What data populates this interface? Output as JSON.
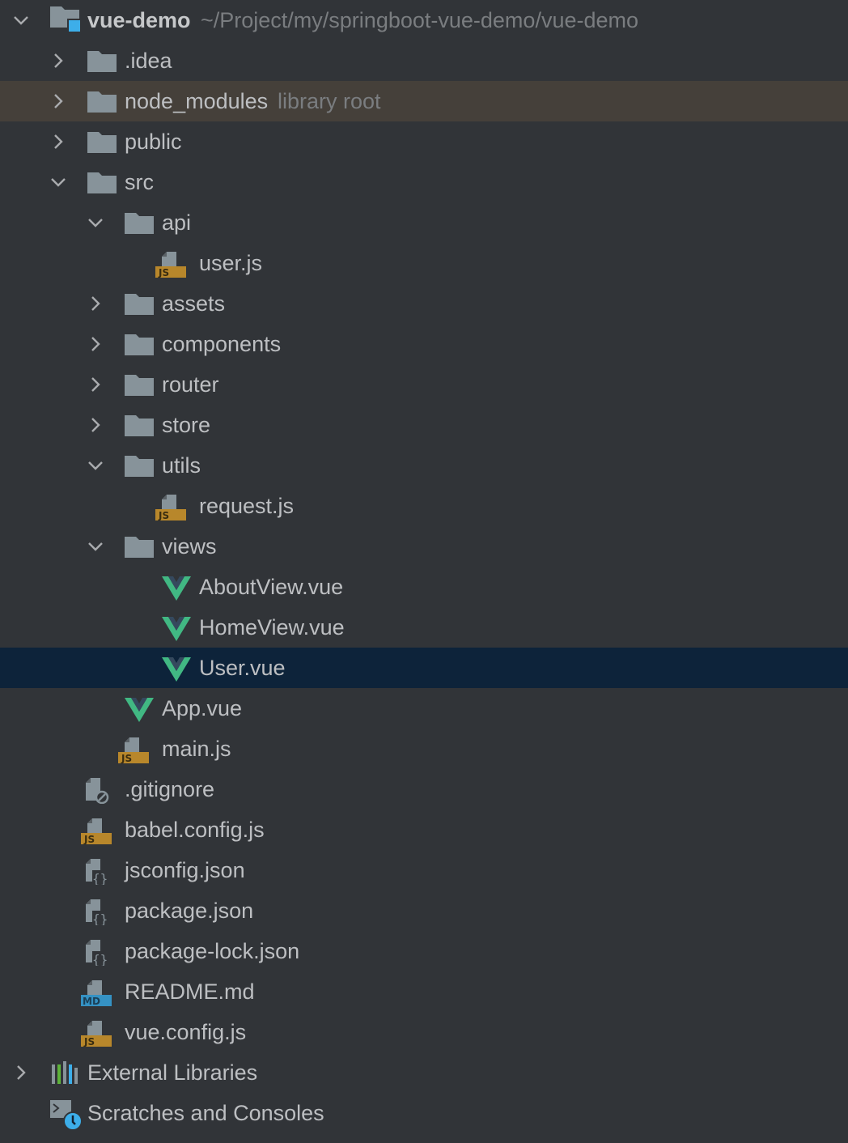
{
  "project": {
    "name": "vue-demo",
    "path": "~/Project/my/springboot-vue-demo/vue-demo"
  },
  "tree": [
    {
      "name": "vue-demo",
      "hint": "~/Project/my/springboot-vue-demo/vue-demo",
      "type": "module",
      "depth": 0,
      "expanded": true
    },
    {
      "name": ".idea",
      "type": "folder",
      "depth": 1,
      "expanded": false
    },
    {
      "name": "node_modules",
      "hint": "library root",
      "type": "folder",
      "depth": 1,
      "expanded": false,
      "library": true
    },
    {
      "name": "public",
      "type": "folder",
      "depth": 1,
      "expanded": false
    },
    {
      "name": "src",
      "type": "folder",
      "depth": 1,
      "expanded": true
    },
    {
      "name": "api",
      "type": "folder",
      "depth": 2,
      "expanded": true
    },
    {
      "name": "user.js",
      "type": "js",
      "depth": 3
    },
    {
      "name": "assets",
      "type": "folder",
      "depth": 2,
      "expanded": false
    },
    {
      "name": "components",
      "type": "folder",
      "depth": 2,
      "expanded": false
    },
    {
      "name": "router",
      "type": "folder",
      "depth": 2,
      "expanded": false
    },
    {
      "name": "store",
      "type": "folder",
      "depth": 2,
      "expanded": false
    },
    {
      "name": "utils",
      "type": "folder",
      "depth": 2,
      "expanded": true
    },
    {
      "name": "request.js",
      "type": "js",
      "depth": 3
    },
    {
      "name": "views",
      "type": "folder",
      "depth": 2,
      "expanded": true
    },
    {
      "name": "AboutView.vue",
      "type": "vue",
      "depth": 3
    },
    {
      "name": "HomeView.vue",
      "type": "vue",
      "depth": 3
    },
    {
      "name": "User.vue",
      "type": "vue",
      "depth": 3,
      "selected": true
    },
    {
      "name": "App.vue",
      "type": "vue",
      "depth": 2
    },
    {
      "name": "main.js",
      "type": "js",
      "depth": 2
    },
    {
      "name": ".gitignore",
      "type": "ignore",
      "depth": 1
    },
    {
      "name": "babel.config.js",
      "type": "js",
      "depth": 1
    },
    {
      "name": "jsconfig.json",
      "type": "json",
      "depth": 1
    },
    {
      "name": "package.json",
      "type": "json",
      "depth": 1
    },
    {
      "name": "package-lock.json",
      "type": "json",
      "depth": 1
    },
    {
      "name": "README.md",
      "type": "md",
      "depth": 1
    },
    {
      "name": "vue.config.js",
      "type": "js",
      "depth": 1
    },
    {
      "name": "External Libraries",
      "type": "libraries",
      "depth": 0,
      "expanded": false
    },
    {
      "name": "Scratches and Consoles",
      "type": "scratches",
      "depth": 0
    }
  ],
  "icon_badges": {
    "js": "JS",
    "md": "MD"
  },
  "colors": {
    "background": "#313438",
    "selected_row": "#0D233A",
    "library_row": "#45403A",
    "folder": "#87939A",
    "vue_green": "#41B883",
    "vue_dark": "#35495E",
    "js_badge": "#B8872B",
    "md_badge": "#3592C4",
    "module_accent": "#3DAEE9"
  }
}
